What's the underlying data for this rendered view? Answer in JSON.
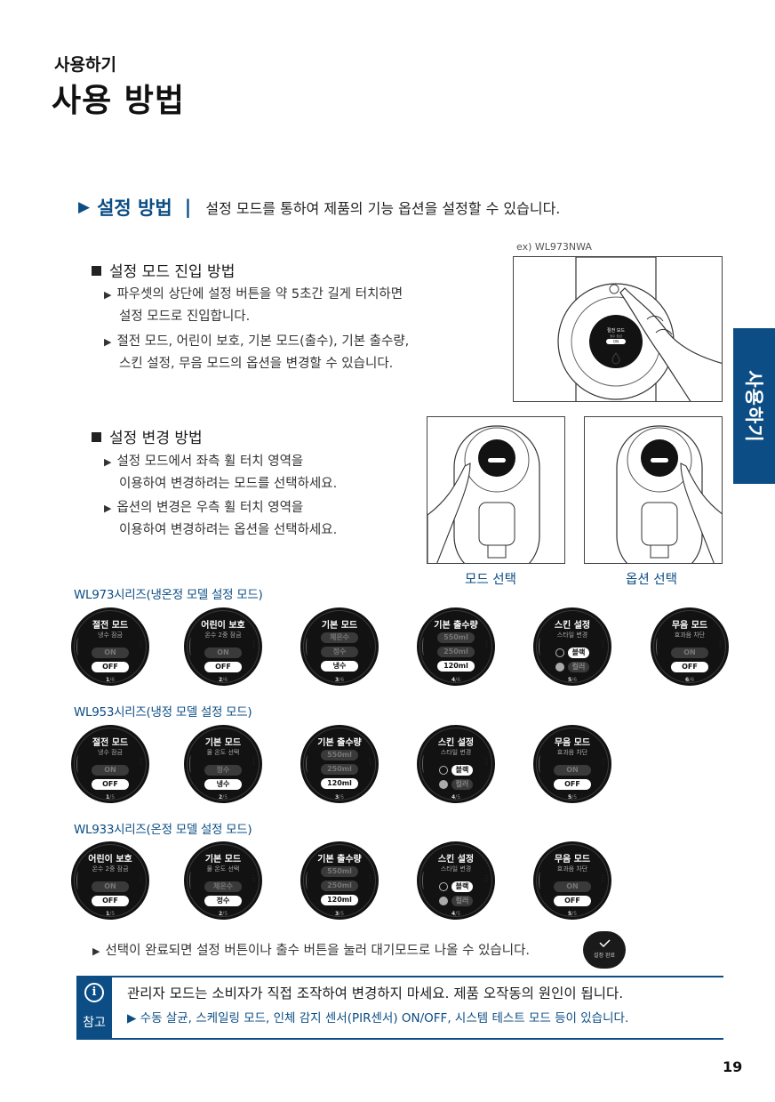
{
  "header": {
    "section": "사용하기",
    "title": "사용 방법"
  },
  "side_tab": "사용하기",
  "intro": {
    "marker": "▶",
    "title": "설정 방법",
    "separator": "|",
    "desc": "설정 모드를 통하여 제품의 기능 옵션을 설정할 수 있습니다."
  },
  "enter": {
    "title": "설정 모드 진입 방법",
    "items": [
      [
        "파우셋의 상단에 설정 버튼을 약 5초간 길게 터치하면",
        "설정 모드로 진입합니다."
      ],
      [
        "절전 모드, 어린이 보호, 기본 모드(출수), 기본 출수량,",
        "스킨 설정, 무음 모드의 옵션을 변경할 수 있습니다."
      ]
    ]
  },
  "change": {
    "title": "설정 변경 방법",
    "items": [
      [
        "설정 모드에서 좌측 휠 터치 영역을",
        "이용하여 변경하려는 모드를 선택하세요."
      ],
      [
        "옵션의 변경은 우측 휠 터치 영역을",
        "이용하여 변경하려는 옵션을 선택하세요."
      ]
    ]
  },
  "figure": {
    "example_label": "ex) WL973NWA",
    "dial_title": "절전 모드",
    "dial_sub": "냉수 잠금",
    "dial_on": "ON",
    "caption_mode": "모드 선택",
    "caption_option": "옵션 선택"
  },
  "series": [
    {
      "name": "WL973시리즈(냉온정 모델 설정 모드)",
      "dials": [
        {
          "title": "절전 모드",
          "sub": "냉수 잠금",
          "kind": "pill",
          "options": [
            "ON",
            "OFF"
          ],
          "selected": 1,
          "page": "1",
          "total": "6"
        },
        {
          "title": "어린이 보호",
          "sub": "온수 2중 잠금",
          "kind": "pill",
          "options": [
            "ON",
            "OFF"
          ],
          "selected": 1,
          "page": "2",
          "total": "6"
        },
        {
          "title": "기본 모드",
          "sub": "",
          "kind": "pill",
          "options": [
            "체온수",
            "정수",
            "냉수"
          ],
          "selected": 2,
          "page": "3",
          "total": "6"
        },
        {
          "title": "기본 출수량",
          "sub": "",
          "kind": "pill",
          "options": [
            "550ml",
            "250ml",
            "120ml"
          ],
          "selected": 2,
          "page": "4",
          "total": "6"
        },
        {
          "title": "스킨 설정",
          "sub": "스타일 변경",
          "kind": "skin",
          "options": [
            "블랙",
            "컬러"
          ],
          "selected": 0,
          "page": "5",
          "total": "6"
        },
        {
          "title": "무음 모드",
          "sub": "효과음 차단",
          "kind": "pill",
          "options": [
            "ON",
            "OFF"
          ],
          "selected": 1,
          "page": "6",
          "total": "6"
        }
      ]
    },
    {
      "name": "WL953시리즈(냉정 모델 설정 모드)",
      "dials": [
        {
          "title": "절전 모드",
          "sub": "냉수 잠금",
          "kind": "pill",
          "options": [
            "ON",
            "OFF"
          ],
          "selected": 1,
          "page": "1",
          "total": "5"
        },
        {
          "title": "기본 모드",
          "sub": "물 온도 선택",
          "kind": "pill",
          "options": [
            "정수",
            "냉수"
          ],
          "selected": 1,
          "page": "2",
          "total": "5"
        },
        {
          "title": "기본 출수량",
          "sub": "",
          "kind": "pill",
          "options": [
            "550ml",
            "250ml",
            "120ml"
          ],
          "selected": 2,
          "page": "3",
          "total": "5"
        },
        {
          "title": "스킨 설정",
          "sub": "스타일 변경",
          "kind": "skin",
          "options": [
            "블랙",
            "컬러"
          ],
          "selected": 0,
          "page": "4",
          "total": "5"
        },
        {
          "title": "무음 모드",
          "sub": "효과음 차단",
          "kind": "pill",
          "options": [
            "ON",
            "OFF"
          ],
          "selected": 1,
          "page": "5",
          "total": "5"
        }
      ]
    },
    {
      "name": "WL933시리즈(온정 모델 설정 모드)",
      "dials": [
        {
          "title": "어린이 보호",
          "sub": "온수 2중 잠금",
          "kind": "pill",
          "options": [
            "ON",
            "OFF"
          ],
          "selected": 1,
          "page": "1",
          "total": "5"
        },
        {
          "title": "기본 모드",
          "sub": "물 온도 선택",
          "kind": "pill",
          "options": [
            "체온수",
            "정수"
          ],
          "selected": 1,
          "page": "2",
          "total": "5"
        },
        {
          "title": "기본 출수량",
          "sub": "",
          "kind": "pill",
          "options": [
            "550ml",
            "250ml",
            "120ml"
          ],
          "selected": 2,
          "page": "3",
          "total": "5"
        },
        {
          "title": "스킨 설정",
          "sub": "스타일 변경",
          "kind": "skin",
          "options": [
            "블랙",
            "컬러"
          ],
          "selected": 0,
          "page": "4",
          "total": "5"
        },
        {
          "title": "무음 모드",
          "sub": "효과음 차단",
          "kind": "pill",
          "options": [
            "ON",
            "OFF"
          ],
          "selected": 1,
          "page": "5",
          "total": "5"
        }
      ]
    }
  ],
  "completion": {
    "text": "선택이 완료되면 설정 버튼이나 출수 버튼을 눌러 대기모드로 나올 수 있습니다.",
    "button_label": "설정 완료"
  },
  "note": {
    "label": "참고",
    "main": "관리자 모드는 소비자가 직접 조작하여 변경하지 마세요. 제품 오작동의 원인이 됩니다.",
    "sub": "▶ 수동 살균, 스케일링 모드, 인체 감지 센서(PIR센서) ON/OFF, 시스템 테스트 모드 등이 있습니다."
  },
  "page_number": "19",
  "colors": {
    "accent": "#0b4d84",
    "dial_bg": "#121212"
  }
}
